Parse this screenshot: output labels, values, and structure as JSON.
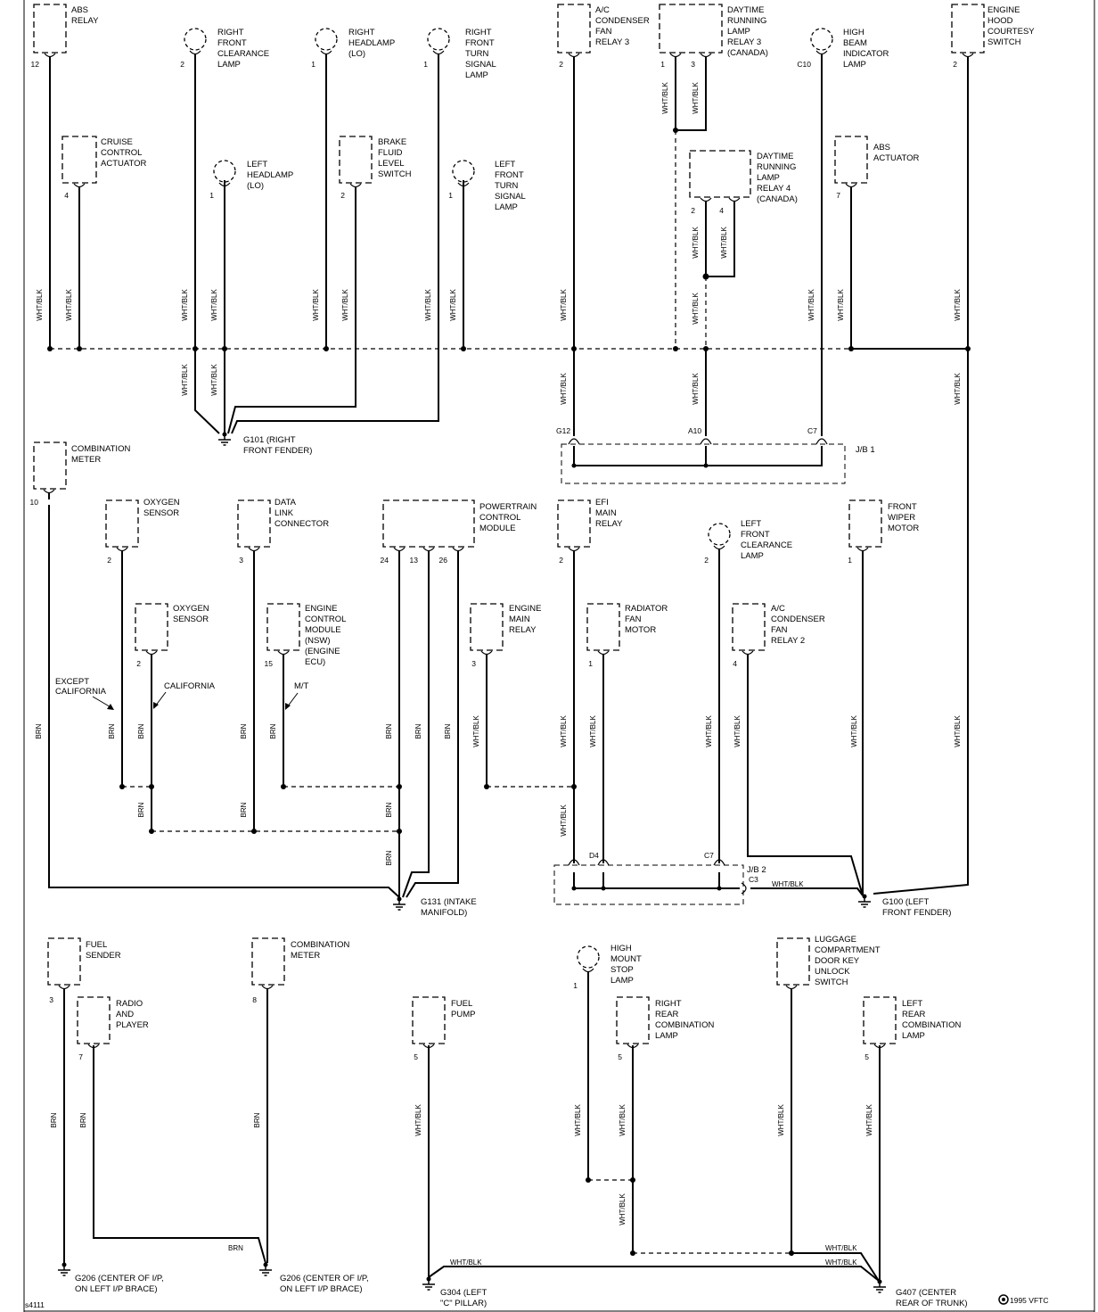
{
  "figure_id": "s4111",
  "copyright": "1995 VFTC",
  "wire_colors": {
    "wb": "WHT/BLK",
    "brn": "BRN"
  },
  "components": [
    {
      "id": "abs_relay",
      "l": [
        "ABS",
        "RELAY"
      ],
      "pin": "12"
    },
    {
      "id": "rf_clear",
      "l": [
        "RIGHT",
        "FRONT",
        "CLEARANCE",
        "LAMP"
      ],
      "pin": "2"
    },
    {
      "id": "r_head",
      "l": [
        "RIGHT",
        "HEADLAMP",
        "(LO)"
      ],
      "pin": "1"
    },
    {
      "id": "rf_turn",
      "l": [
        "RIGHT",
        "FRONT",
        "TURN",
        "SIGNAL",
        "LAMP"
      ],
      "pin": "1"
    },
    {
      "id": "ac_fan3",
      "l": [
        "A/C",
        "CONDENSER",
        "FAN",
        "RELAY 3"
      ],
      "pin": "2"
    },
    {
      "id": "drl3",
      "l": [
        "DAYTIME",
        "RUNNING",
        "LAMP",
        "RELAY 3",
        "(CANADA)"
      ],
      "pin": "1",
      "pin2": "3"
    },
    {
      "id": "hb_ind",
      "l": [
        "HIGH",
        "BEAM",
        "INDICATOR",
        "LAMP"
      ],
      "pin": "C10"
    },
    {
      "id": "hood_sw",
      "l": [
        "ENGINE",
        "HOOD",
        "COURTESY",
        "SWITCH"
      ],
      "pin": "2"
    },
    {
      "id": "cruise",
      "l": [
        "CRUISE",
        "CONTROL",
        "ACTUATOR"
      ],
      "pin": "4"
    },
    {
      "id": "l_head",
      "l": [
        "LEFT",
        "HEADLAMP",
        "(LO)"
      ],
      "pin": "1"
    },
    {
      "id": "brake_fl",
      "l": [
        "BRAKE",
        "FLUID",
        "LEVEL",
        "SWITCH"
      ],
      "pin": "2"
    },
    {
      "id": "lf_turn",
      "l": [
        "LEFT",
        "FRONT",
        "TURN",
        "SIGNAL",
        "LAMP"
      ],
      "pin": "1"
    },
    {
      "id": "drl4",
      "l": [
        "DAYTIME",
        "RUNNING",
        "LAMP",
        "RELAY 4",
        "(CANADA)"
      ],
      "pin": "2",
      "pin2": "4"
    },
    {
      "id": "abs_act",
      "l": [
        "ABS",
        "ACTUATOR"
      ],
      "pin": "7"
    },
    {
      "id": "comb1",
      "l": [
        "COMBINATION",
        "METER"
      ],
      "pin": "10"
    },
    {
      "id": "o2a",
      "l": [
        "OXYGEN",
        "SENSOR"
      ],
      "pin": "2"
    },
    {
      "id": "dlc",
      "l": [
        "DATA",
        "LINK",
        "CONNECTOR"
      ],
      "pin": "3"
    },
    {
      "id": "pcm",
      "l": [
        "POWERTRAIN",
        "CONTROL",
        "MODULE"
      ],
      "pin": "24",
      "pin2": "13",
      "pin3": "26"
    },
    {
      "id": "efi",
      "l": [
        "EFI",
        "MAIN",
        "RELAY"
      ],
      "pin": "2"
    },
    {
      "id": "lf_clear",
      "l": [
        "LEFT",
        "FRONT",
        "CLEARANCE",
        "LAMP"
      ],
      "pin": "2"
    },
    {
      "id": "wiper",
      "l": [
        "FRONT",
        "WIPER",
        "MOTOR"
      ],
      "pin": "1"
    },
    {
      "id": "o2b",
      "l": [
        "OXYGEN",
        "SENSOR"
      ],
      "pin": "2"
    },
    {
      "id": "ecm",
      "l": [
        "ENGINE",
        "CONTROL",
        "MODULE",
        "(NSW)",
        "(ENGINE",
        "ECU)"
      ],
      "pin": "15"
    },
    {
      "id": "eng_main",
      "l": [
        "ENGINE",
        "MAIN",
        "RELAY"
      ],
      "pin": "3"
    },
    {
      "id": "rad_fan",
      "l": [
        "RADIATOR",
        "FAN",
        "MOTOR"
      ],
      "pin": "1"
    },
    {
      "id": "ac_fan2",
      "l": [
        "A/C",
        "CONDENSER",
        "FAN",
        "RELAY 2"
      ],
      "pin": "4"
    },
    {
      "id": "fuel_s",
      "l": [
        "FUEL",
        "SENDER"
      ],
      "pin": "3"
    },
    {
      "id": "comb2",
      "l": [
        "COMBINATION",
        "METER"
      ],
      "pin": "8"
    },
    {
      "id": "radio",
      "l": [
        "RADIO",
        "AND",
        "PLAYER"
      ],
      "pin": "7"
    },
    {
      "id": "hm_stop",
      "l": [
        "HIGH",
        "MOUNT",
        "STOP",
        "LAMP"
      ],
      "pin": "1"
    },
    {
      "id": "lug_sw",
      "l": [
        "LUGGAGE",
        "COMPARTMENT",
        "DOOR KEY",
        "UNLOCK",
        "SWITCH"
      ],
      "pin": ""
    },
    {
      "id": "fuel_p",
      "l": [
        "FUEL",
        "PUMP"
      ],
      "pin": "5"
    },
    {
      "id": "rr_comb",
      "l": [
        "RIGHT",
        "REAR",
        "COMBINATION",
        "LAMP"
      ],
      "pin": "5"
    },
    {
      "id": "lr_comb",
      "l": [
        "LEFT",
        "REAR",
        "COMBINATION",
        "LAMP"
      ],
      "pin": "5"
    }
  ],
  "grounds": [
    {
      "id": "g101",
      "l": [
        "G101 (RIGHT",
        "FRONT FENDER)"
      ]
    },
    {
      "id": "g131",
      "l": [
        "G131 (INTAKE",
        "MANIFOLD)"
      ]
    },
    {
      "id": "g100",
      "l": [
        "G100 (LEFT",
        "FRONT FENDER)"
      ]
    },
    {
      "id": "g206a",
      "l": [
        "G206 (CENTER OF I/P,",
        "ON LEFT I/P BRACE)"
      ]
    },
    {
      "id": "g206b",
      "l": [
        "G206 (CENTER OF I/P,",
        "ON LEFT I/P BRACE)"
      ]
    },
    {
      "id": "g304",
      "l": [
        "G304 (LEFT",
        "\"C\" PILLAR)"
      ]
    },
    {
      "id": "g407",
      "l": [
        "G407 (CENTER",
        "REAR OF TRUNK)"
      ]
    }
  ],
  "junctions": {
    "jb1": {
      "name": "J/B 1",
      "pins": [
        "G12",
        "A10",
        "C7"
      ]
    },
    "jb2": {
      "name": "J/B 2",
      "pins": [
        "D4",
        "C7",
        "C3"
      ]
    }
  },
  "notes": {
    "except_cal": [
      "EXCEPT",
      "CALIFORNIA"
    ],
    "california": "CALIFORNIA",
    "mt": "M/T"
  }
}
